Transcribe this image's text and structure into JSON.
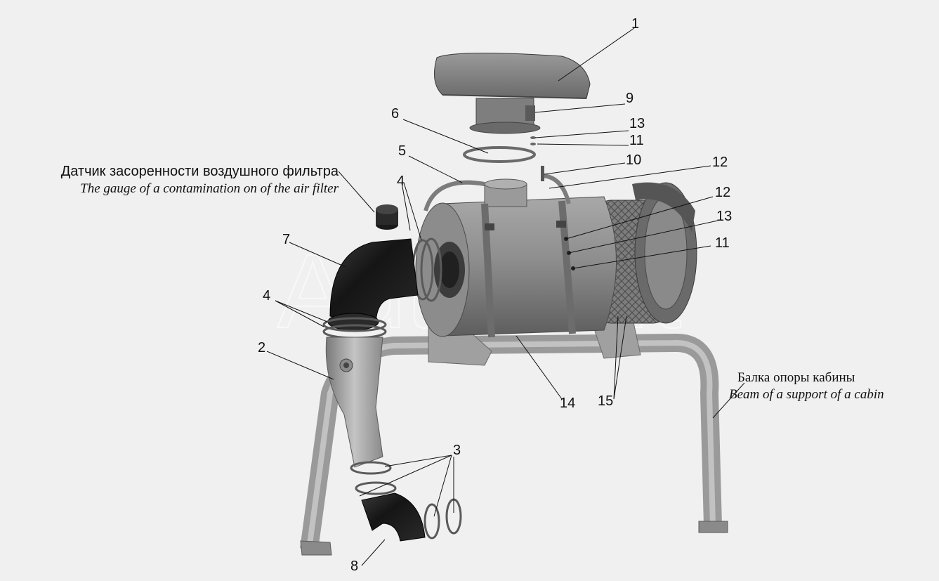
{
  "colors": {
    "background": "#f0f0f0",
    "metal_light": "#b8b8b8",
    "metal_mid": "#8c8c8c",
    "metal_dark": "#5a5a5a",
    "hose": "#1e1e1e"
  },
  "watermark": "AutoSoft",
  "captions": {
    "sensor_ru": "Датчик засоренности воздушного фильтра",
    "sensor_en": "The gauge of a contamination on of the air filter",
    "beam_ru": "Балка опоры кабины",
    "beam_en": "Beam of a support of a cabin"
  },
  "callouts": [
    {
      "id": "c1",
      "label": "1"
    },
    {
      "id": "c9",
      "label": "9"
    },
    {
      "id": "c6",
      "label": "6"
    },
    {
      "id": "c13a",
      "label": "13"
    },
    {
      "id": "c11a",
      "label": "11"
    },
    {
      "id": "c5",
      "label": "5"
    },
    {
      "id": "c10",
      "label": "10"
    },
    {
      "id": "c12a",
      "label": "12"
    },
    {
      "id": "c4a",
      "label": "4"
    },
    {
      "id": "c12b",
      "label": "12"
    },
    {
      "id": "c13b",
      "label": "13"
    },
    {
      "id": "c7",
      "label": "7"
    },
    {
      "id": "c11b",
      "label": "11"
    },
    {
      "id": "c4b",
      "label": "4"
    },
    {
      "id": "c2",
      "label": "2"
    },
    {
      "id": "c14",
      "label": "14"
    },
    {
      "id": "c15",
      "label": "15"
    },
    {
      "id": "c3",
      "label": "3"
    },
    {
      "id": "c8",
      "label": "8"
    }
  ]
}
